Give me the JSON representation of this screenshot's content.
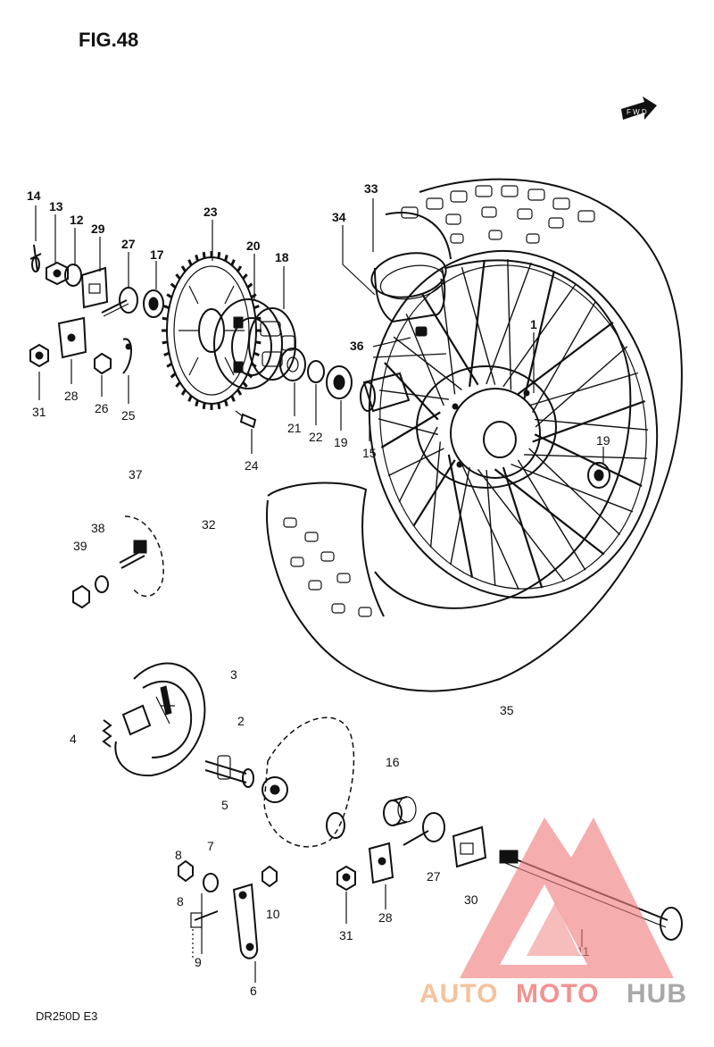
{
  "figure_title": "FIG.48",
  "footer": "DR250D E3",
  "fwd_label": "F W D",
  "watermark": {
    "part1": "AUTO",
    "part2": "MOTO",
    "part3": "HUB",
    "color1": "#f5b88a",
    "color2": "#f07f7f",
    "color3": "#9a9a9a"
  },
  "callouts": [
    {
      "id": "c14",
      "text": "14"
    },
    {
      "id": "c13",
      "text": "13"
    },
    {
      "id": "c12",
      "text": "12"
    },
    {
      "id": "c29",
      "text": "29"
    },
    {
      "id": "c27a",
      "text": "27"
    },
    {
      "id": "c17",
      "text": "17"
    },
    {
      "id": "c23",
      "text": "23"
    },
    {
      "id": "c20",
      "text": "20"
    },
    {
      "id": "c18",
      "text": "18"
    },
    {
      "id": "c33",
      "text": "33"
    },
    {
      "id": "c34",
      "text": "34"
    },
    {
      "id": "c36",
      "text": "36"
    },
    {
      "id": "c1",
      "text": "1"
    },
    {
      "id": "c31a",
      "text": "31"
    },
    {
      "id": "c28a",
      "text": "28"
    },
    {
      "id": "c26",
      "text": "26"
    },
    {
      "id": "c25",
      "text": "25"
    },
    {
      "id": "c21",
      "text": "21"
    },
    {
      "id": "c22",
      "text": "22"
    },
    {
      "id": "c19a",
      "text": "19"
    },
    {
      "id": "c15",
      "text": "15"
    },
    {
      "id": "c19b",
      "text": "19"
    },
    {
      "id": "c24",
      "text": "24"
    },
    {
      "id": "c37",
      "text": "37"
    },
    {
      "id": "c32",
      "text": "32"
    },
    {
      "id": "c38",
      "text": "38"
    },
    {
      "id": "c39",
      "text": "39"
    },
    {
      "id": "c3",
      "text": "3"
    },
    {
      "id": "c2",
      "text": "2"
    },
    {
      "id": "c35",
      "text": "35"
    },
    {
      "id": "c4",
      "text": "4"
    },
    {
      "id": "c8a",
      "text": "8"
    },
    {
      "id": "c16",
      "text": "16"
    },
    {
      "id": "c5",
      "text": "5"
    },
    {
      "id": "c7",
      "text": "7"
    },
    {
      "id": "c8b",
      "text": "8"
    },
    {
      "id": "c10",
      "text": "10"
    },
    {
      "id": "c27b",
      "text": "27"
    },
    {
      "id": "c30",
      "text": "30"
    },
    {
      "id": "c31b",
      "text": "31"
    },
    {
      "id": "c28b",
      "text": "28"
    },
    {
      "id": "c9",
      "text": "9"
    },
    {
      "id": "c6",
      "text": "6"
    },
    {
      "id": "c11",
      "text": "11"
    }
  ]
}
